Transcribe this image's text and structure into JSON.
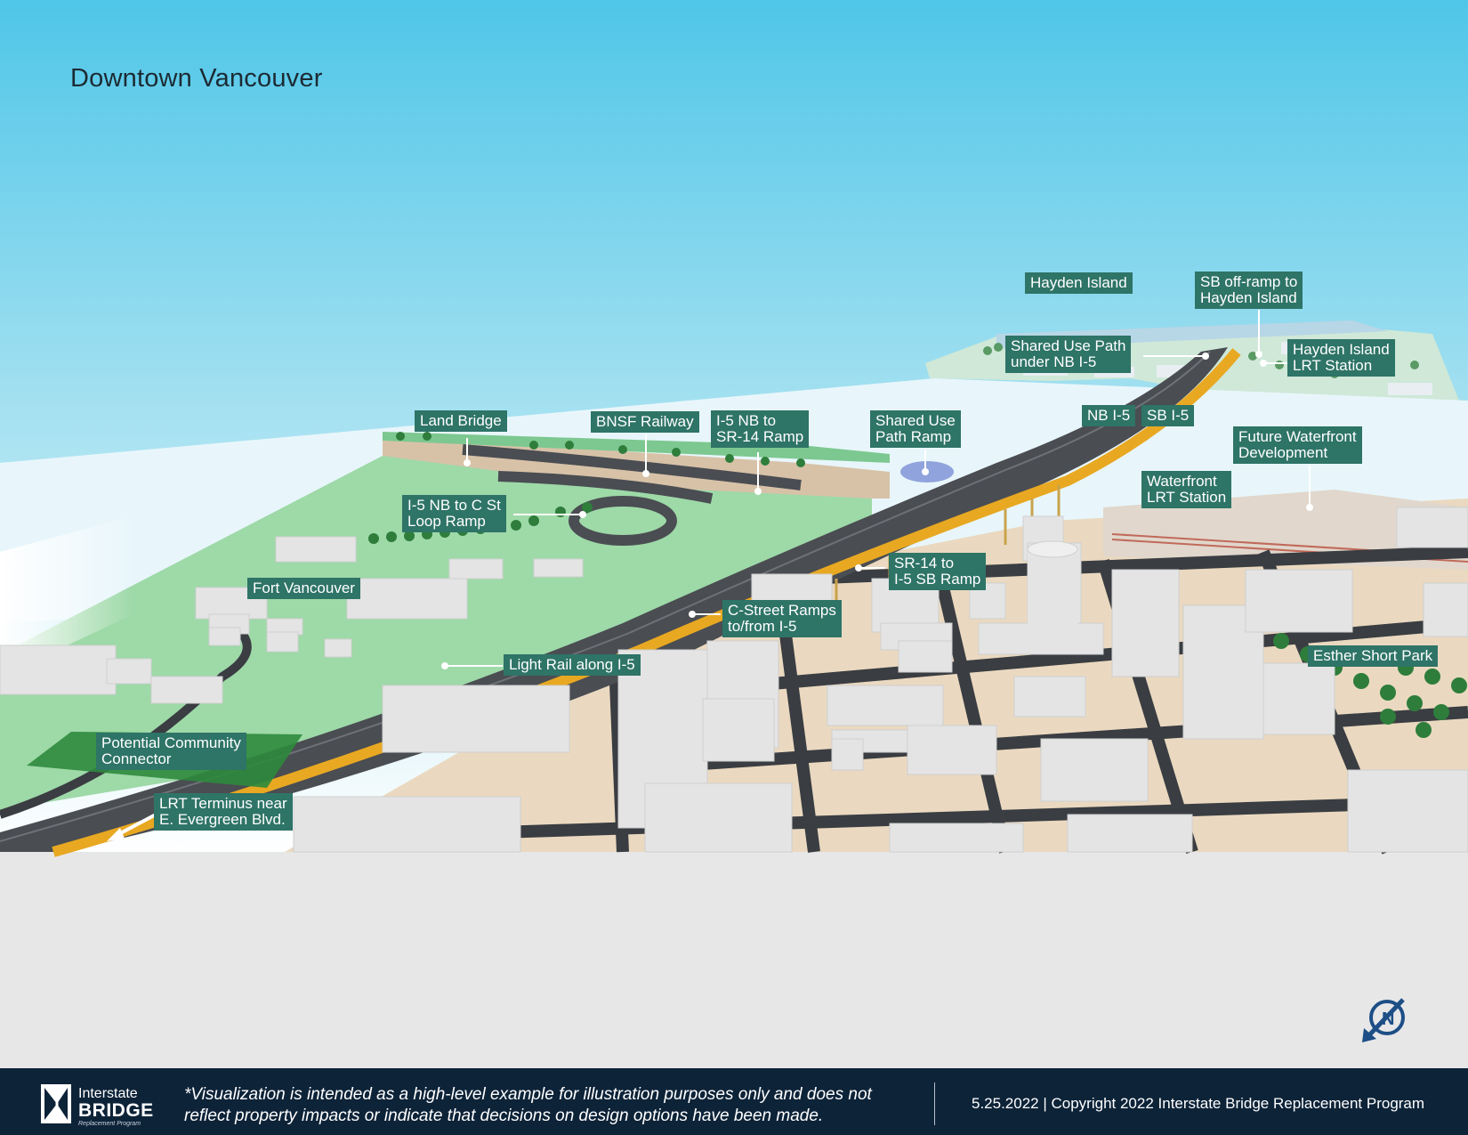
{
  "page": {
    "title": "Downtown Vancouver"
  },
  "labels": {
    "hayden_island": "Hayden Island",
    "sb_offramp": [
      "SB off-ramp to",
      "Hayden Island"
    ],
    "shared_use_path_under": [
      "Shared Use Path",
      "under NB I-5"
    ],
    "hayden_lrt": [
      "Hayden Island",
      "LRT Station"
    ],
    "land_bridge": "Land Bridge",
    "bnsf": "BNSF Railway",
    "i5_nb_sr14": [
      "I-5 NB to",
      "SR-14 Ramp"
    ],
    "shared_use_path_ramp": [
      "Shared Use",
      "Path Ramp"
    ],
    "nb_i5": "NB I-5",
    "sb_i5": "SB I-5",
    "future_waterfront": [
      "Future Waterfront",
      "Development"
    ],
    "waterfront_lrt": [
      "Waterfront",
      "LRT Station"
    ],
    "c_st_loop": [
      "I-5 NB to C St",
      "Loop Ramp"
    ],
    "sr14_i5sb": [
      "SR-14  to",
      "I-5 SB Ramp"
    ],
    "fort_vancouver": "Fort Vancouver",
    "c_street_ramps": [
      "C-Street Ramps",
      "to/from I-5"
    ],
    "esther_short": "Esther Short Park",
    "light_rail": "Light Rail along I-5",
    "community_connector": [
      "Potential Community",
      "Connector"
    ],
    "lrt_terminus": [
      "LRT Terminus near",
      "E. Evergreen Blvd."
    ]
  },
  "footer": {
    "logo_line1": "Interstate",
    "logo_line2": "BRIDGE",
    "logo_line3": "Replacement Program",
    "disclaimer": "*Visualization is intended as a high-level example for illustration purposes only and does not reflect property impacts or indicate that decisions on design options have been made.",
    "copyright": "5.25.2022 | Copyright 2022 Interstate Bridge Replacement Program"
  },
  "colors": {
    "sky_top": "#4fc6e8",
    "label_bg": "#2e7467",
    "highway": "#4a4d52",
    "light_rail": "#e8a822",
    "grass": "#8fd4a0",
    "ground": "#ead9c0",
    "building": "#e4e4e4",
    "footer_bg": "#0d2338",
    "connector": "#2e8a3c"
  },
  "icons": {
    "north_arrow": "north-arrow-icon",
    "logo": "ibr-logo-icon"
  }
}
